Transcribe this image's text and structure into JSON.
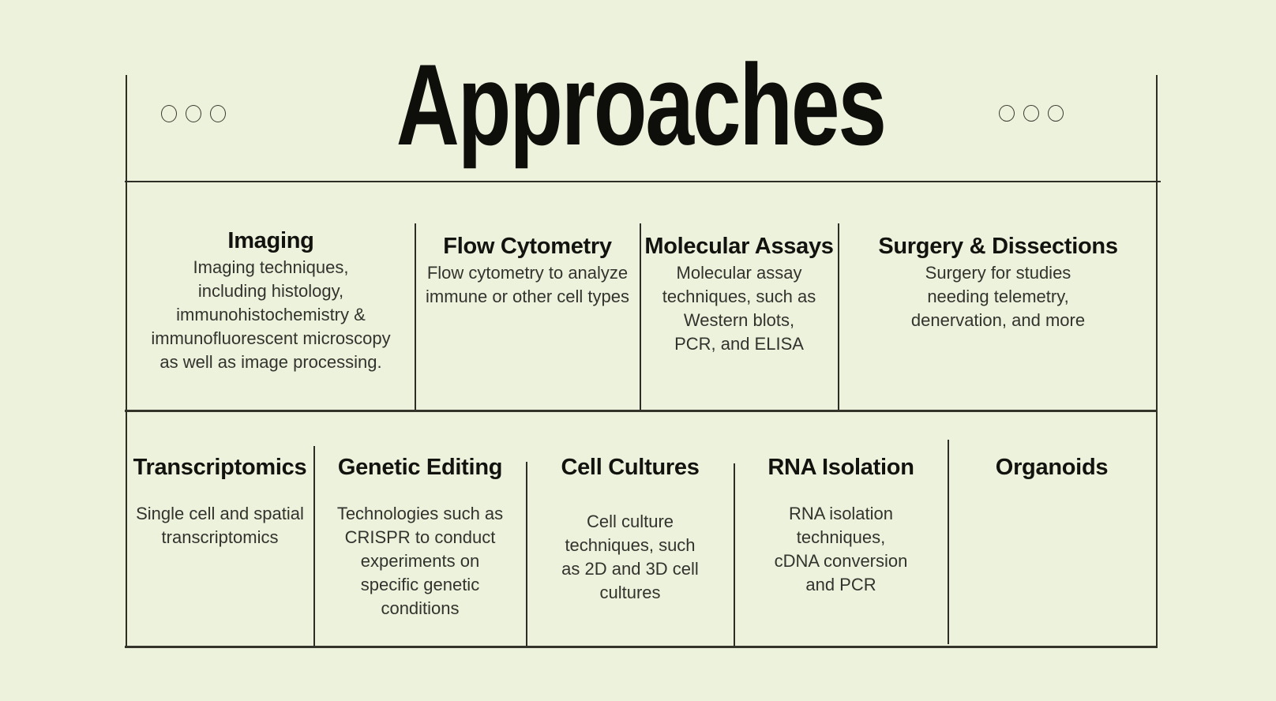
{
  "slide": {
    "title": "Approaches",
    "decorations": {
      "left_dots_count": 3,
      "right_dots_count": 3
    },
    "colors": {
      "background": "#edf2dc",
      "heading_text": "#12120e",
      "body_text": "#33332e",
      "line": "#2e2e26"
    },
    "rows": [
      {
        "cells": [
          {
            "heading": "Imaging",
            "body": [
              "Imaging techniques,",
              "including histology,",
              "immunohistochemistry &",
              "immunofluorescent microscopy",
              "as well as image processing."
            ]
          },
          {
            "heading": "Flow Cytometry",
            "body": [
              "Flow cytometry to analyze",
              "immune or other cell types"
            ]
          },
          {
            "heading": "Molecular Assays",
            "body": [
              "Molecular assay",
              "techniques, such as",
              "Western blots,",
              "PCR, and ELISA"
            ]
          },
          {
            "heading": "Surgery & Dissections",
            "body": [
              "Surgery for studies",
              "needing telemetry,",
              "denervation, and more"
            ]
          }
        ]
      },
      {
        "cells": [
          {
            "heading": "Transcriptomics",
            "body": [
              "Single cell and spatial",
              "transcriptomics"
            ]
          },
          {
            "heading": "Genetic Editing",
            "body": [
              "Technologies such as",
              "CRISPR to conduct",
              "experiments on",
              "specific genetic",
              "conditions"
            ]
          },
          {
            "heading": "Cell Cultures",
            "body": [
              "Cell culture",
              "techniques, such",
              "as 2D and 3D cell",
              "cultures"
            ]
          },
          {
            "heading": "RNA Isolation",
            "body": [
              "RNA isolation",
              "techniques,",
              "cDNA conversion",
              "and PCR"
            ]
          },
          {
            "heading": "Organoids",
            "body": []
          }
        ]
      }
    ]
  }
}
